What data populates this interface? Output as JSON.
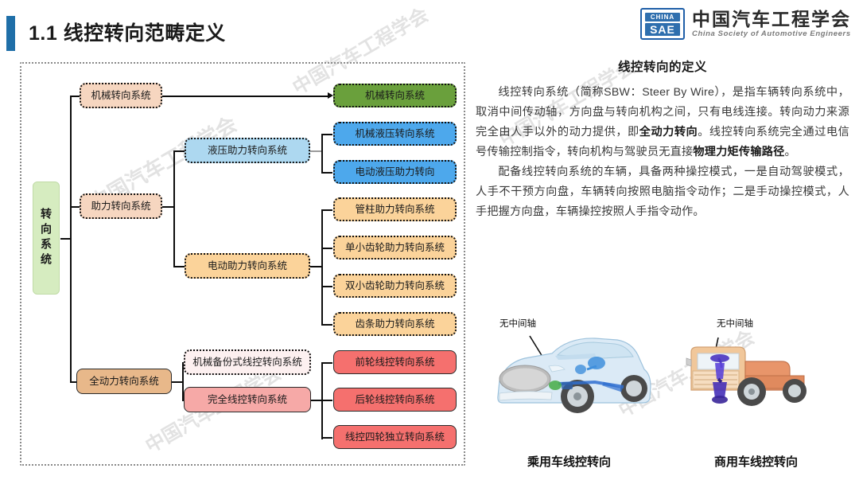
{
  "header": {
    "title": "1.1 线控转向范畴定义",
    "accent_color": "#1f6fa8"
  },
  "logo": {
    "mark_top": "CHINA",
    "mark_bottom": "SAE",
    "name_cn": "中国汽车工程学会",
    "name_en": "China Society of Automotive Engineers"
  },
  "watermark": {
    "text": "中国汽车工程学会"
  },
  "diagram": {
    "root": {
      "label": "转向系统",
      "color": "#d6ecc0"
    },
    "level1": [
      {
        "label": "机械转向系统",
        "color": "#f6d6c0"
      },
      {
        "label": "助力转向系统",
        "color": "#f6d6c0"
      },
      {
        "label": "全动力转向系统",
        "color": "#e8b88a"
      }
    ],
    "level2": [
      {
        "label": "液压助力转向系统",
        "color": "#add8f0"
      },
      {
        "label": "电动助力转向系统",
        "color": "#fbd39a"
      },
      {
        "label": "机械备份式线控转向系统",
        "color": "#fdf0f0"
      },
      {
        "label": "完全线控转向系统",
        "color": "#f6a9a7"
      }
    ],
    "level3": [
      {
        "label": "机械转向系统",
        "color": "#6aa03c"
      },
      {
        "label": "机械液压转向系统",
        "color": "#4da8ec"
      },
      {
        "label": "电动液压助力转向",
        "color": "#4da8ec"
      },
      {
        "label": "管柱助力转向系统",
        "color": "#fbd39a"
      },
      {
        "label": "单小齿轮助力转向系统",
        "color": "#fbd39a"
      },
      {
        "label": "双小齿轮助力转向系统",
        "color": "#fbd39a"
      },
      {
        "label": "齿条助力转向系统",
        "color": "#fbd39a"
      },
      {
        "label": "前轮线控转向系统",
        "color": "#f5706e"
      },
      {
        "label": "后轮线控转向系统",
        "color": "#f5706e"
      },
      {
        "label": "线控四轮独立转向系统",
        "color": "#f5706e"
      }
    ]
  },
  "panel": {
    "title": "线控转向的定义",
    "para1_a": "线控转向系统（简称SBW：Steer By Wire），是指车辆转向系统中，取消中间传动轴，方向盘与转向机构之间，只有电线连接。转向动力来源完全由人手以外的动力提供，即",
    "para1_b": "全动力转向",
    "para1_c": "。线控转向系统完全通过电信号传输控制指令，转向机构与驾驶员无直接",
    "para1_d": "物理力矩传输路径",
    "para1_e": "。",
    "para2": "配备线控转向系统的车辆，具备两种操控模式，一是自动驾驶模式，人手不干预方向盘，车辆转向按照电脑指令动作；二是手动操控模式，人手把握方向盘，车辆操控按照人手指令动作。"
  },
  "figures": [
    {
      "annotation": "无中间轴",
      "caption": "乘用车线控转向"
    },
    {
      "annotation": "无中间轴",
      "caption": "商用车线控转向"
    }
  ]
}
